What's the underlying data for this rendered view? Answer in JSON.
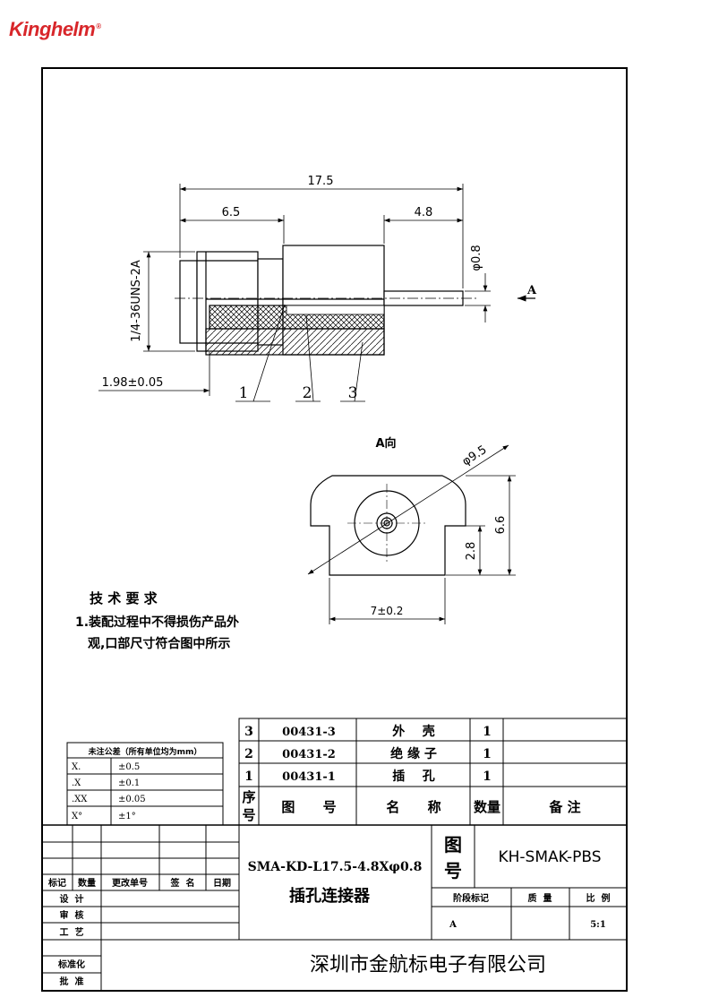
{
  "brand": {
    "name": "Kinghelm",
    "reg_mark": "®",
    "color": "#d8262a"
  },
  "dimensions": {
    "total_length": "17.5",
    "left_length": "6.5",
    "pin_length": "4.8",
    "pin_diameter": "φ0.8",
    "thread": "1/4-36UNS-2A",
    "offset": "1.98±0.05",
    "callouts": [
      "1",
      "2",
      "3"
    ],
    "view_label": "A",
    "view_title": "A向",
    "face_diameter": "φ9.5",
    "height_total": "6.6",
    "height_lower": "2.8",
    "width": "7±0.2"
  },
  "requirements": {
    "title": "技 术 要 求",
    "line1": "1.装配过程中不得损伤产品外",
    "line2": "观,口部尺寸符合图中所示"
  },
  "tolerance": {
    "title": "未注公差（所有单位均为mm）",
    "rows": [
      {
        "key": "X.",
        "val": "±0.5"
      },
      {
        "key": ".X",
        "val": "±0.1"
      },
      {
        "key": ".XX",
        "val": "±0.05"
      },
      {
        "key": "X°",
        "val": "±1°"
      }
    ]
  },
  "bom": {
    "rows": [
      {
        "no": "3",
        "code": "00431-3",
        "name": "外    壳",
        "qty": "1",
        "note": ""
      },
      {
        "no": "2",
        "code": "00431-2",
        "name": "绝 缘 子",
        "qty": "1",
        "note": ""
      },
      {
        "no": "1",
        "code": "00431-1",
        "name": "插    孔",
        "qty": "1",
        "note": ""
      }
    ],
    "header": {
      "no_1": "序",
      "no_2": "号",
      "code": "图      号",
      "name": "名      称",
      "qty": "数量",
      "note": "备 注"
    }
  },
  "title_block": {
    "part_number": "SMA-KD-L17.5-4.8Xφ0.8",
    "part_name": "插孔连接器",
    "drawing_no_label_1": "图",
    "drawing_no_label_2": "号",
    "drawing_no": "KH-SMAK-PBS",
    "stage_label": "阶段标记",
    "mass_label": "质  量",
    "scale_label": "比  例",
    "stage_value": "A",
    "scale_value": "5:1",
    "rev_headers": [
      "标记",
      "数量",
      "更改单号",
      "签  名",
      "日期"
    ],
    "sign_rows": [
      "设  计",
      "审  核",
      "工  艺",
      "标准化",
      "批  准"
    ],
    "company": "深圳市金航标电子有限公司"
  }
}
